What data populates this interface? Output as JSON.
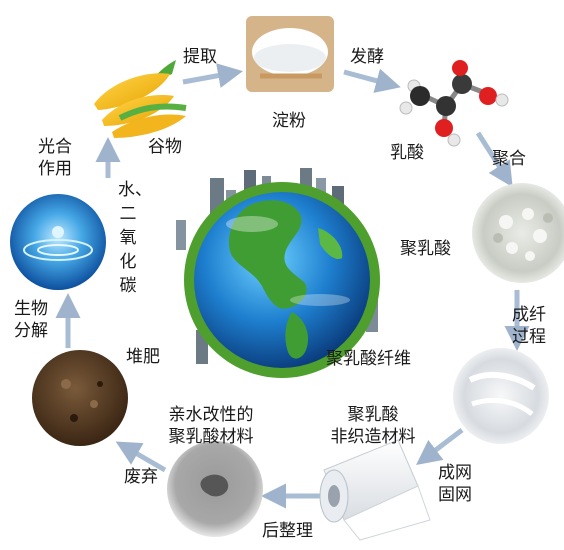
{
  "nodes": {
    "grain": "谷物",
    "starch": "淀粉",
    "lactic_acid": "乳酸",
    "pla": "聚乳酸",
    "pla_fiber": "聚乳酸纤维",
    "pla_nonwoven_line1": "聚乳酸",
    "pla_nonwoven_line2": "非织造材料",
    "hydrophilic_line1": "亲水改性的",
    "hydrophilic_line2": "聚乳酸材料",
    "compost": "堆肥",
    "water_co2": "水、二氧化碳"
  },
  "steps": {
    "extract": "提取",
    "ferment": "发酵",
    "polymerize": "聚合",
    "fiber_line1": "成纤",
    "fiber_line2": "过程",
    "web_line1": "成网",
    "web_line2": "固网",
    "finishing": "后整理",
    "discard": "废弃",
    "biodeg_line1": "生物",
    "biodeg_line2": "分解",
    "photo_line1": "光合",
    "photo_line2": "作用"
  }
}
